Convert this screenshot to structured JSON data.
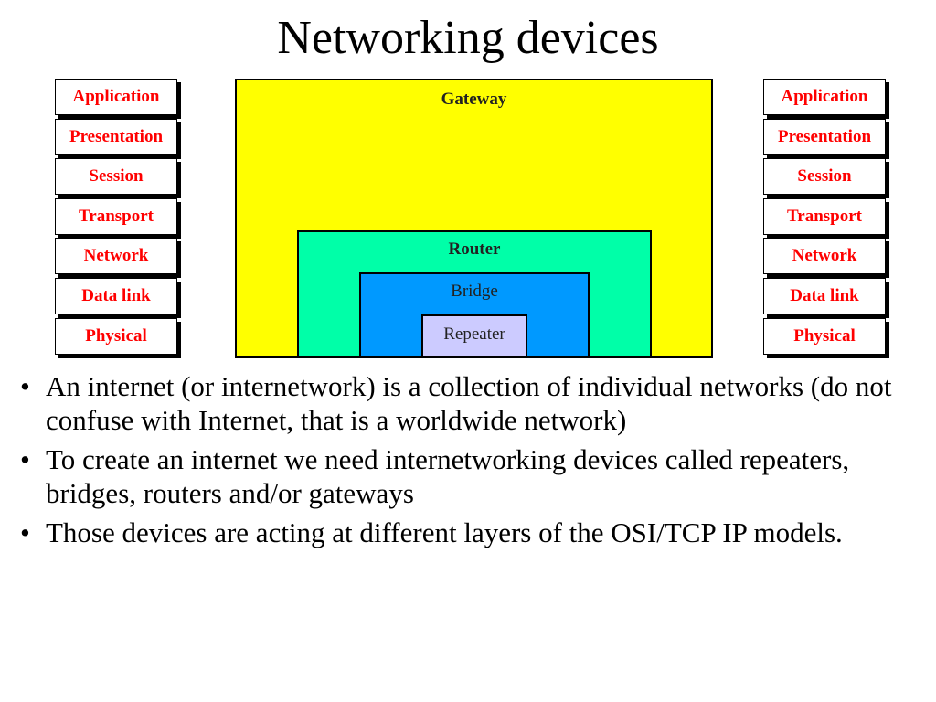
{
  "title": "Networking devices",
  "stack_left": [
    "Application",
    "Presentation",
    "Session",
    "Transport",
    "Network",
    "Data link",
    "Physical"
  ],
  "stack_right": [
    "Application",
    "Presentation",
    "Session",
    "Transport",
    "Network",
    "Data link",
    "Physical"
  ],
  "devices": {
    "gateway": "Gateway",
    "router": "Router",
    "bridge": "Bridge",
    "repeater": "Repeater"
  },
  "bullet_symbol": "•",
  "bullets": [
    "An internet (or internetwork) is a collection of individual networks (do not confuse with Internet, that is a worldwide network)",
    "To create an internet we need internetworking devices called repeaters, bridges, routers and/or gateways",
    "Those devices are acting at different layers of the OSI/TCP IP models."
  ],
  "colors": {
    "layer_text": "#ff0000",
    "gateway_fill": "#ffff00",
    "router_fill": "#00ffa8",
    "bridge_fill": "#0099ff",
    "repeater_fill": "#cccbff",
    "device_label_text": "#222222"
  }
}
